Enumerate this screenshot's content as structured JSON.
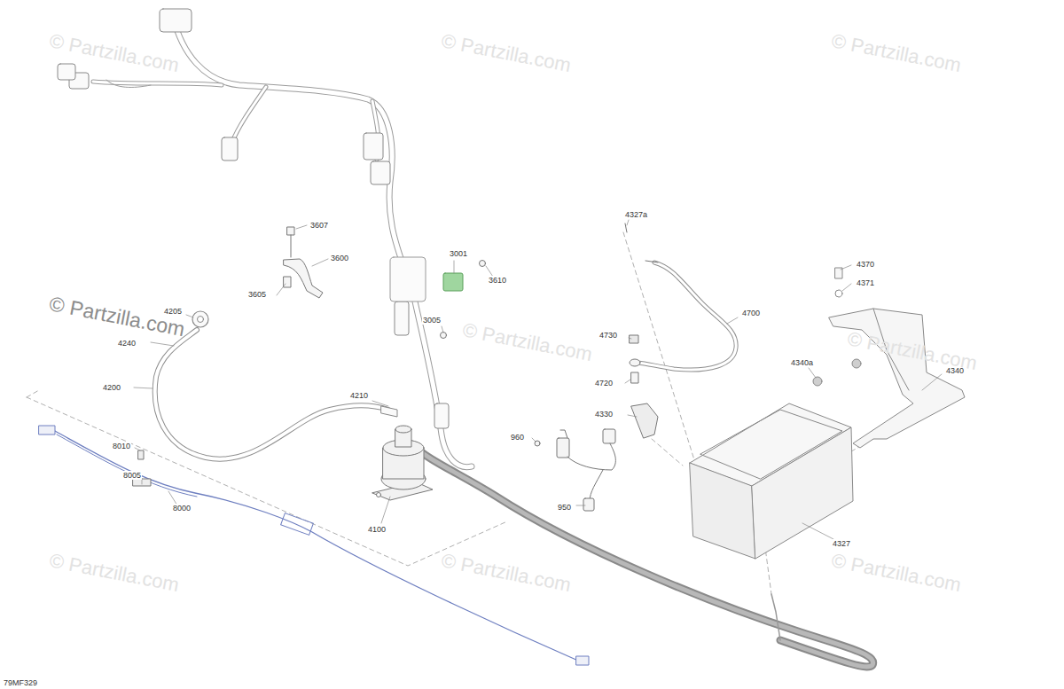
{
  "diagram": {
    "labels": [
      "3607",
      "3600",
      "3605",
      "3001",
      "3610",
      "3005",
      "4205",
      "4240",
      "4200",
      "4210",
      "8010",
      "8005",
      "8000",
      "4100",
      "960",
      "950",
      "4327a",
      "4700",
      "4730",
      "4720",
      "4330",
      "4370",
      "4371",
      "4340a",
      "4340",
      "4327",
      "79MF329",
      "© Partzilla.com",
      "© Partzilla.com",
      "© Partzilla.com",
      "© Partzilla.com",
      "© Partzilla.com",
      "© Partzilla.com",
      "© Partzilla.com",
      "© Partzilla.com",
      "© Partzilla.com"
    ]
  }
}
